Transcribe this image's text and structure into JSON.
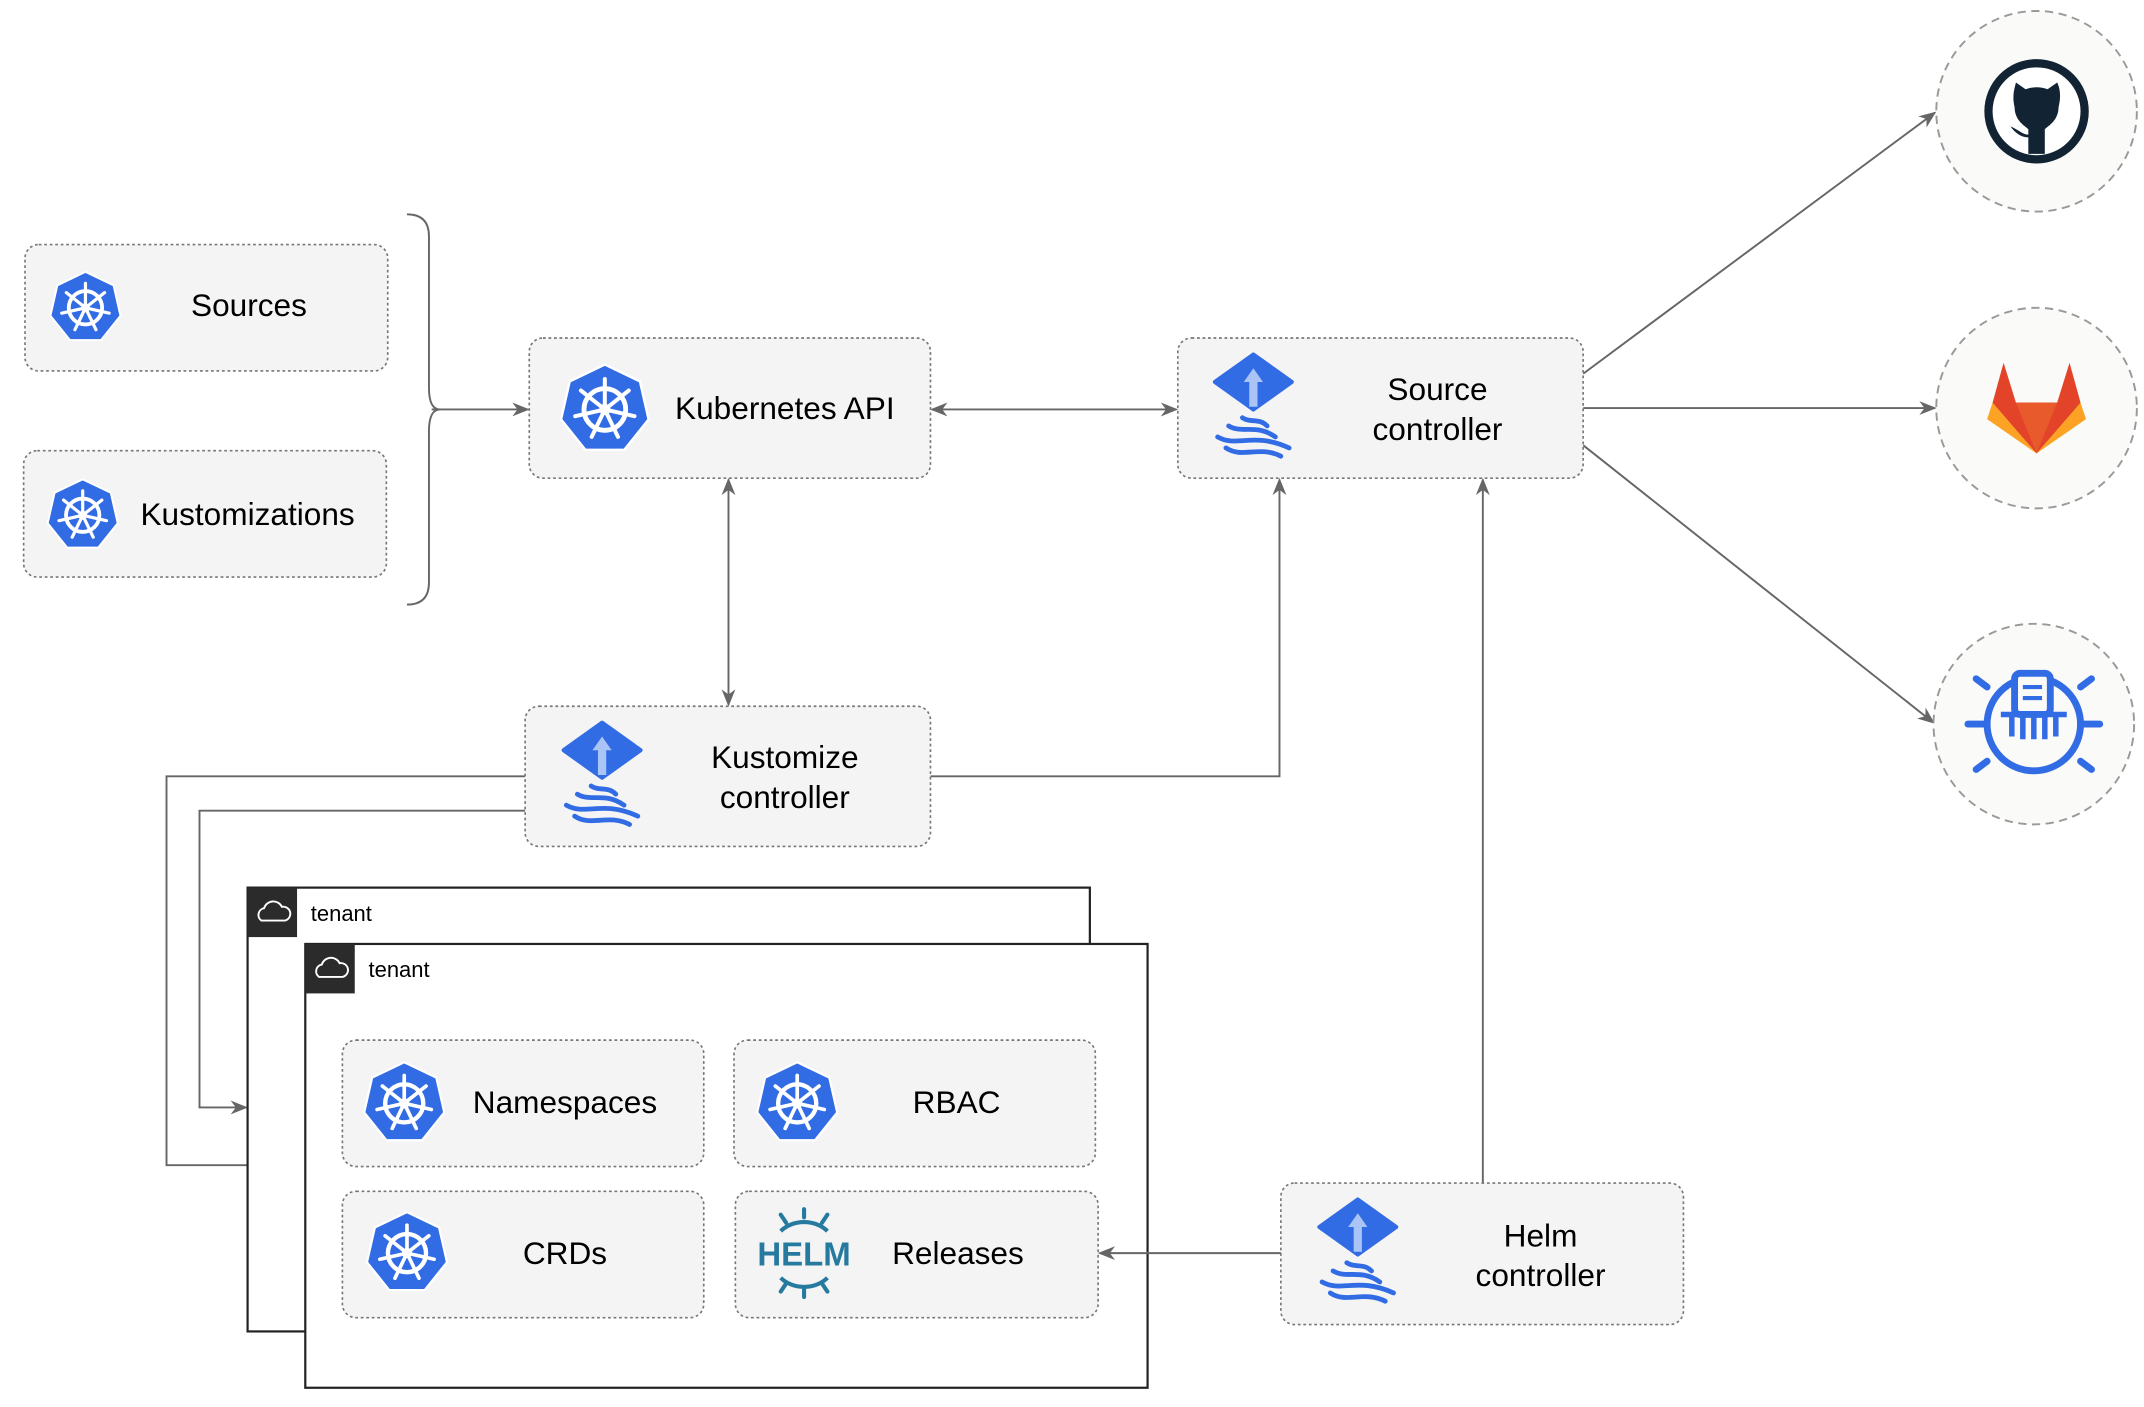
{
  "nodes": {
    "sources": "Sources",
    "kustomizations": "Kustomizations",
    "kubernetes_api": "Kubernetes API",
    "source_controller": [
      "Source",
      "controller"
    ],
    "kustomize_controller": [
      "Kustomize",
      "controller"
    ],
    "helm_controller": [
      "Helm",
      "controller"
    ],
    "namespaces": "Namespaces",
    "rbac": "RBAC",
    "crds": "CRDs",
    "releases": "Releases"
  },
  "tenants": [
    "tenant",
    "tenant"
  ],
  "helm_logo_text": "HELM",
  "external_sources": [
    "github-icon",
    "gitlab-icon",
    "bucket-icon"
  ],
  "colors": {
    "kubernetes_blue": "#326ce5",
    "github_dark": "#122433",
    "gitlab_orange": "#e24329",
    "gitlab_yellow": "#fca326",
    "helm_blue": "#277a9f",
    "edge": "#666666"
  }
}
